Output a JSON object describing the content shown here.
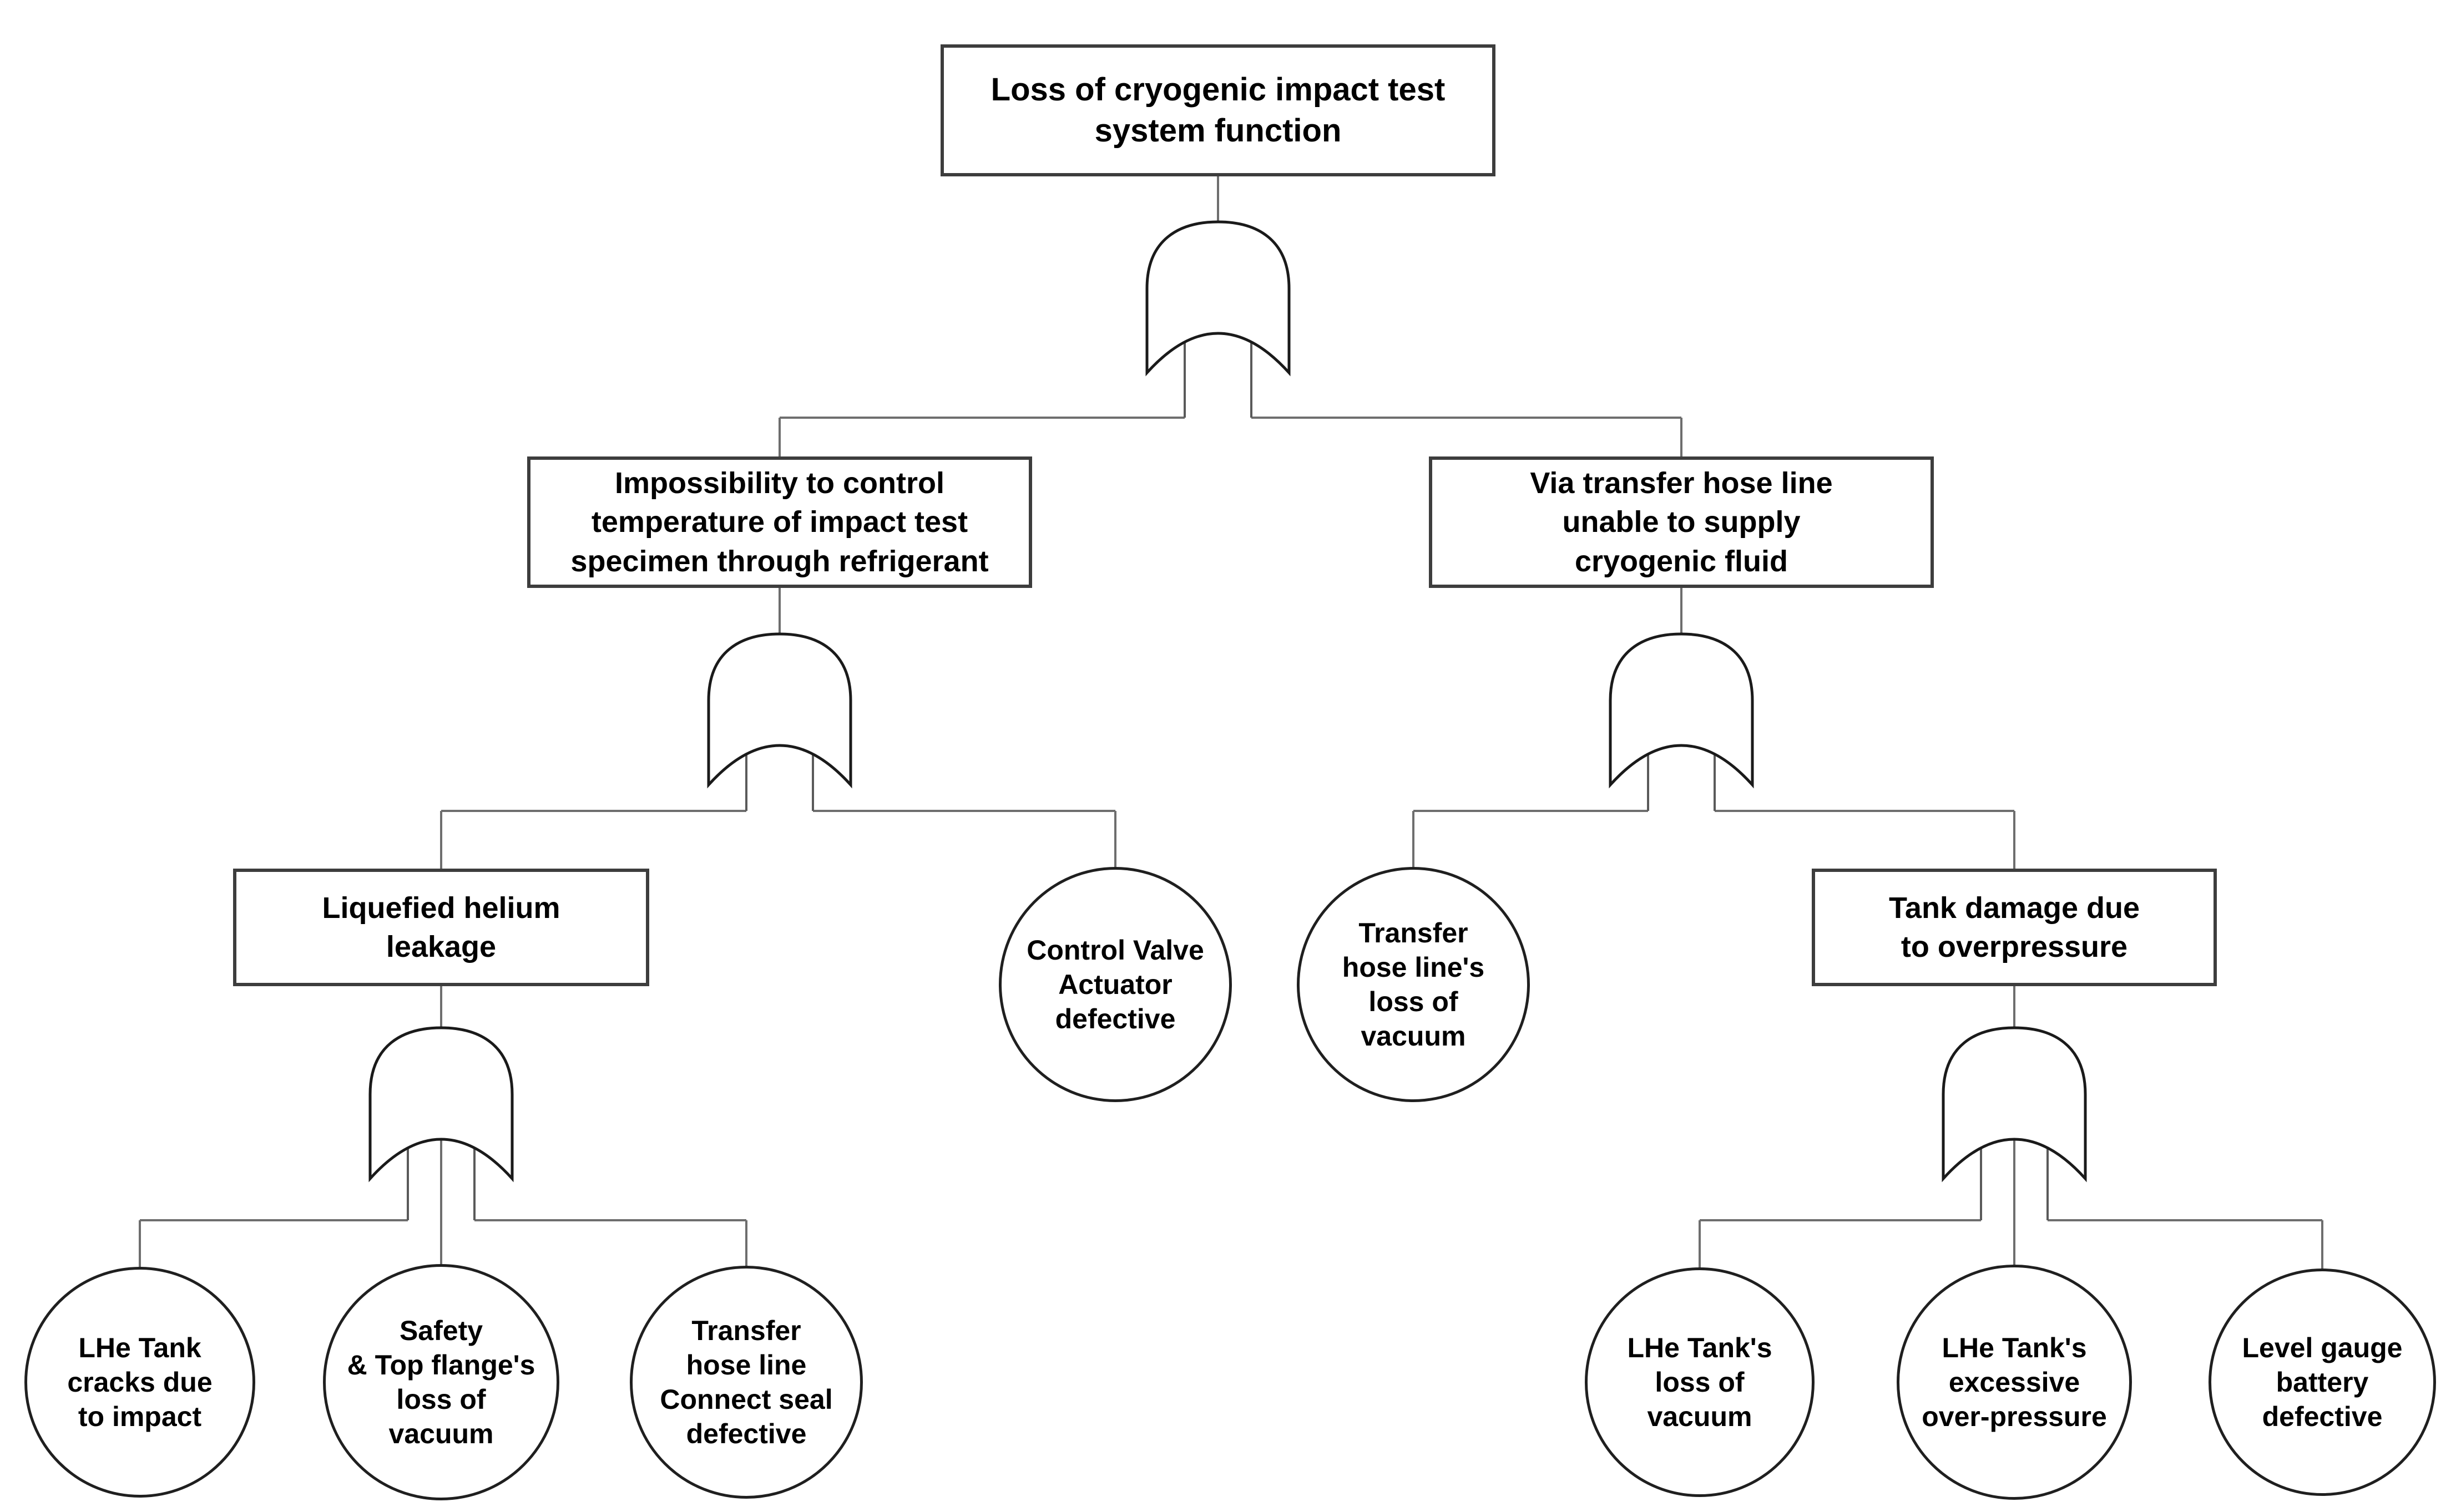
{
  "diagram_type": "fault-tree-analysis",
  "colors": {
    "background": "#ffffff",
    "box_border": "#3d3d3d",
    "circle_stroke": "#1f1f1f",
    "gate_stroke": "#1a1a1a",
    "connector": "#6e6e6e",
    "text": "#000000"
  },
  "nodes": {
    "top_event": {
      "shape": "rectangle",
      "label": "Loss of cryogenic impact test\nsystem function"
    },
    "temp_control": {
      "shape": "rectangle",
      "label": "Impossibility to control\ntemperature of impact test\nspecimen through refrigerant"
    },
    "supply_fluid": {
      "shape": "rectangle",
      "label": "Via transfer hose line\nunable to supply\ncryogenic fluid"
    },
    "helium_leakage": {
      "shape": "rectangle",
      "label": "Liquefied helium\nleakage"
    },
    "control_valve": {
      "shape": "circle",
      "label": "Control Valve\nActuator\ndefective"
    },
    "hose_line_vacuum": {
      "shape": "circle",
      "label": "Transfer\nhose line's\nloss of\nvacuum"
    },
    "tank_damage": {
      "shape": "rectangle",
      "label": "Tank damage due\nto overpressure"
    },
    "tank_cracks": {
      "shape": "circle",
      "label": "LHe Tank\ncracks due\nto impact"
    },
    "flange_vacuum": {
      "shape": "circle",
      "label": "Safety\n& Top flange's\nloss of\nvacuum"
    },
    "connect_seal": {
      "shape": "circle",
      "label": "Transfer\nhose line\nConnect seal\ndefective"
    },
    "lhe_loss_vacuum": {
      "shape": "circle",
      "label": "LHe Tank's\nloss of\nvacuum"
    },
    "lhe_overpressure": {
      "shape": "circle",
      "label": "LHe Tank's\nexcessive\nover-pressure"
    },
    "level_gauge": {
      "shape": "circle",
      "label": "Level gauge\nbattery\ndefective"
    }
  },
  "gates": [
    {
      "id": "gate-top",
      "type": "OR",
      "parent": "top_event",
      "children": [
        "temp_control",
        "supply_fluid"
      ]
    },
    {
      "id": "gate-temp-control",
      "type": "OR",
      "parent": "temp_control",
      "children": [
        "helium_leakage",
        "control_valve"
      ]
    },
    {
      "id": "gate-supply-fluid",
      "type": "OR",
      "parent": "supply_fluid",
      "children": [
        "hose_line_vacuum",
        "tank_damage"
      ]
    },
    {
      "id": "gate-helium-leakage",
      "type": "OR",
      "parent": "helium_leakage",
      "children": [
        "tank_cracks",
        "flange_vacuum",
        "connect_seal"
      ]
    },
    {
      "id": "gate-tank-damage",
      "type": "OR",
      "parent": "tank_damage",
      "children": [
        "lhe_loss_vacuum",
        "lhe_overpressure",
        "level_gauge"
      ]
    }
  ]
}
